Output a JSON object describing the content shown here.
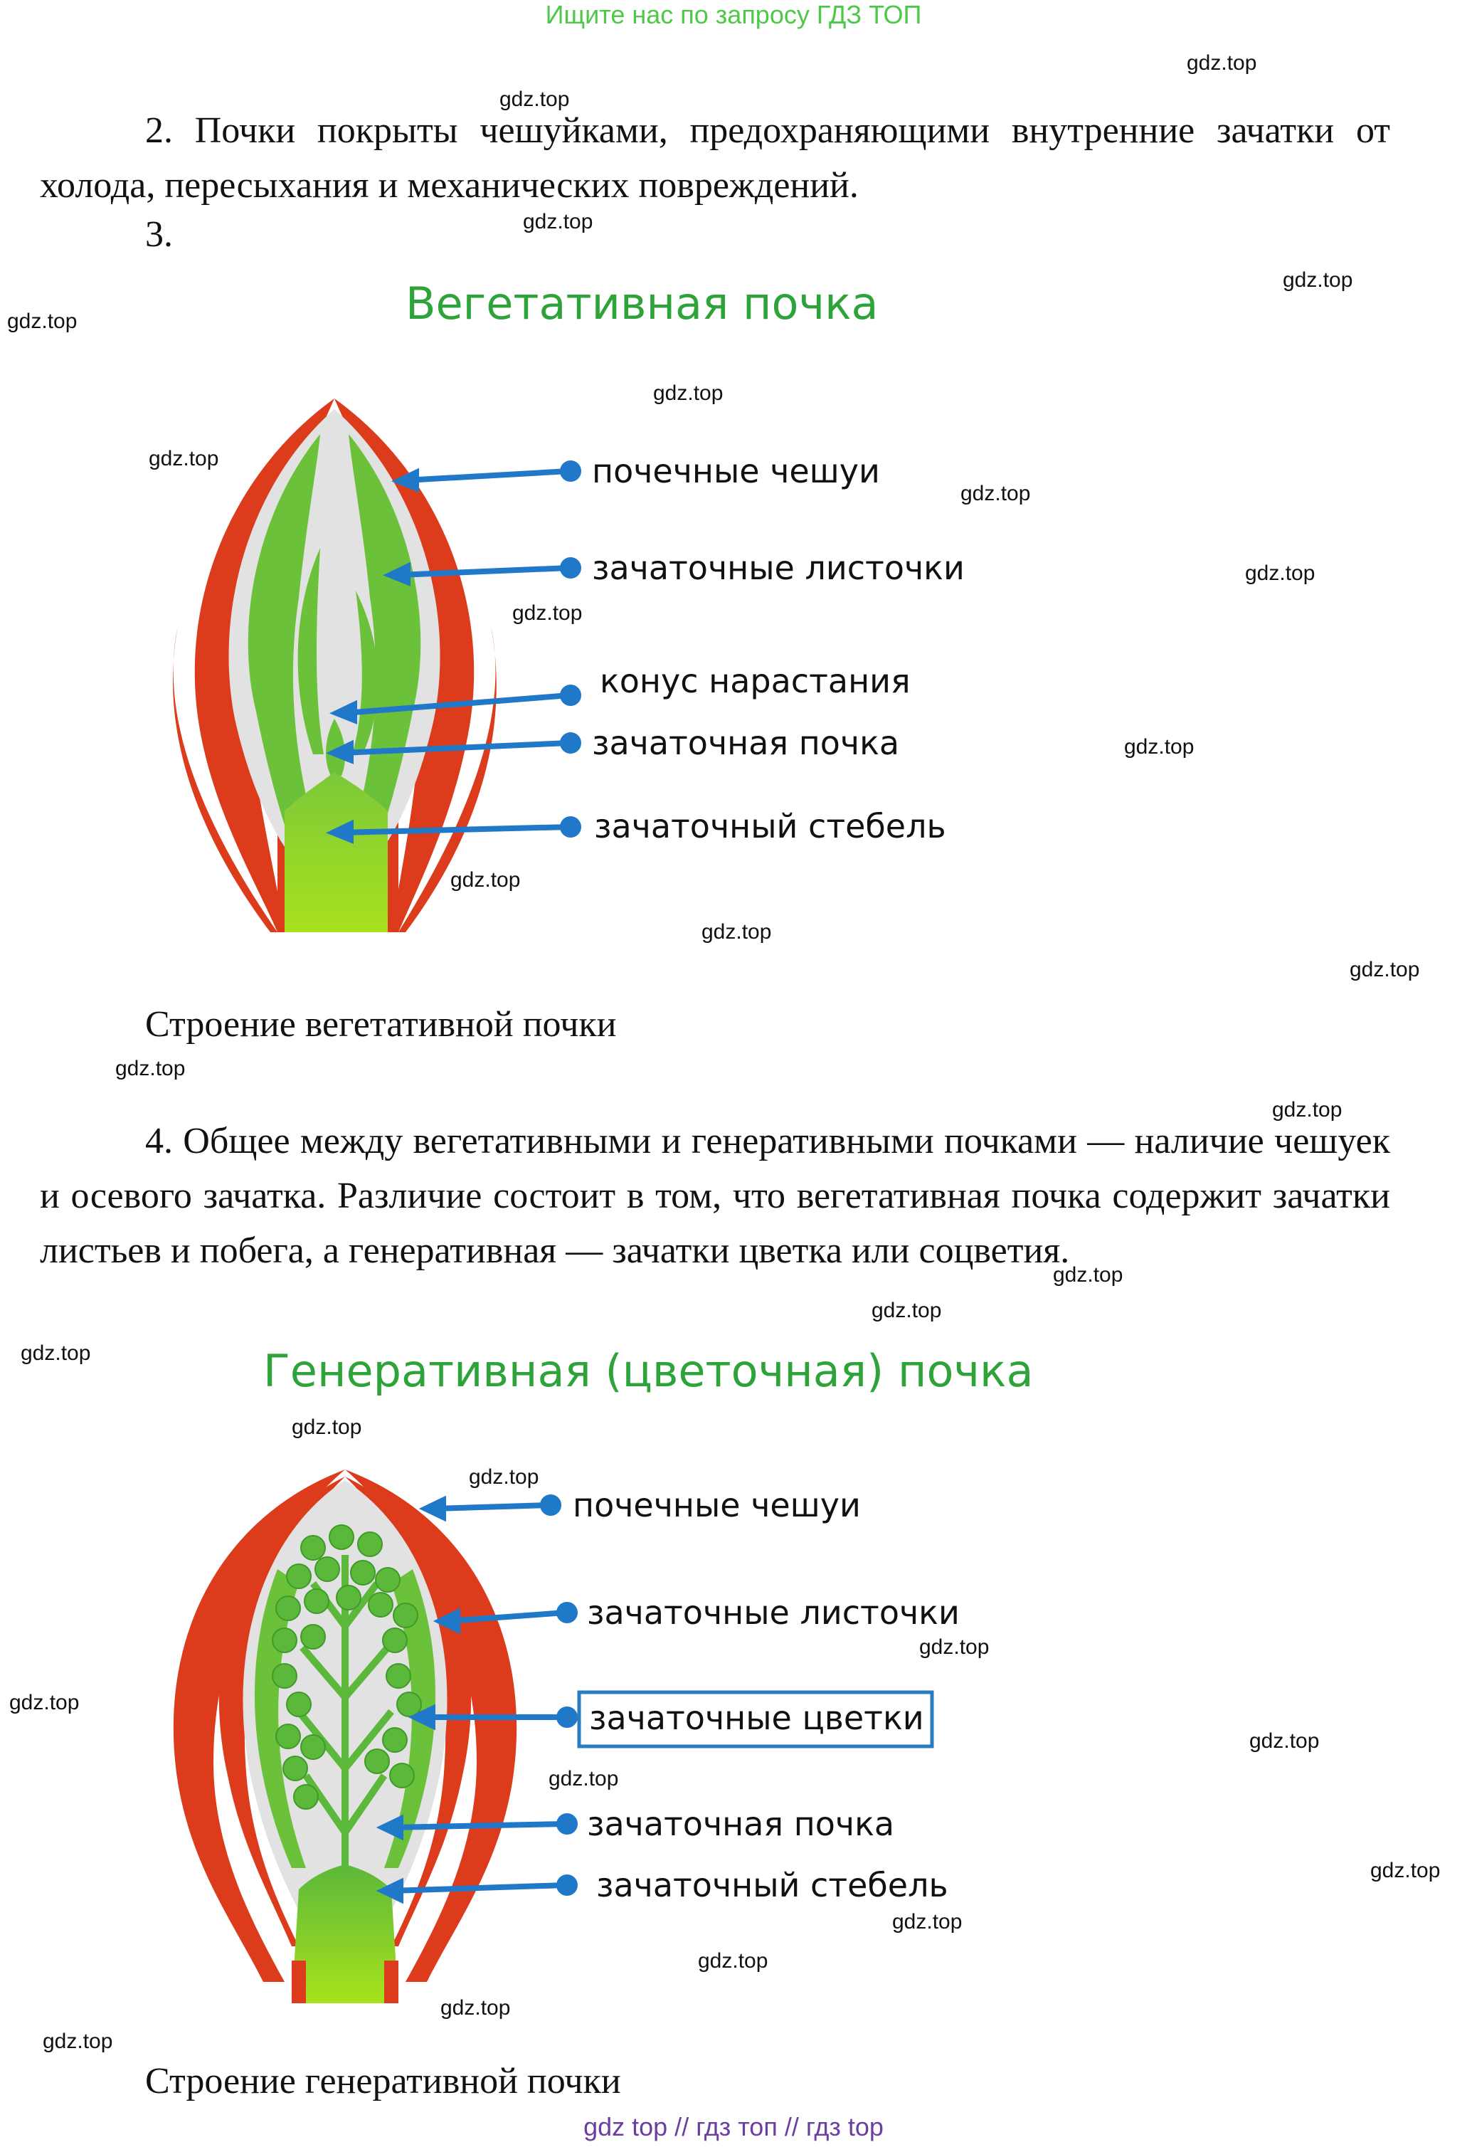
{
  "banner": "Ищите нас по запросу ГДЗ ТОП",
  "para2": "2. Почки покрыты чешуйками, предохраняющими внутренние зачатки от холода, пересыхания и механических повреждений.",
  "item3": "3.",
  "fig1": {
    "title": "Вегетативная почка",
    "labels": [
      "почечные чешуи",
      "зачаточные листочки",
      "конус нарастания",
      "зачаточная почка",
      "зачаточный стебель"
    ],
    "caption": "Строение вегетативной почки"
  },
  "para4": "4. Общее между вегетативными и генеративными почками — наличие чешуек и осевого зачатка. Различие состоит в том, что вегетативная почка содержит зачатки листьев и побега, а генеративная — зачатки цветка или соцветия.",
  "fig2": {
    "title": "Генеративная (цветочная) почка",
    "labels": [
      "почечные чешуи",
      "зачаточные листочки",
      "зачаточные цветки",
      "зачаточная почка",
      "зачаточный стебель"
    ],
    "caption": "Строение генеративной почки"
  },
  "watermark": "gdz.top",
  "footer": "gdz top // гдз топ // гдз top",
  "colors": {
    "scale": "#dc3b1c",
    "leaf": "#6cc13a",
    "stem": "#9bd924",
    "arrow": "#1f78c8",
    "highlight_box": "#2a7bbf",
    "title": "#2ea33a"
  }
}
